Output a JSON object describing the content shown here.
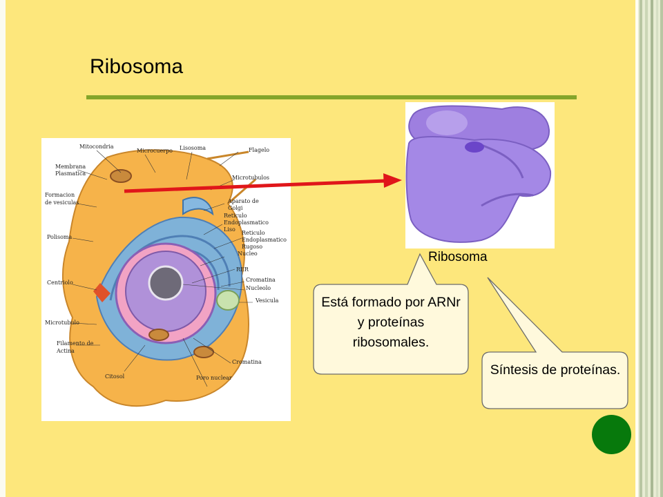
{
  "slide": {
    "title": "Ribosoma",
    "ribosome_caption": "Ribosoma",
    "callout_left": "Está formado por ARNr y proteínas ribosomales.",
    "callout_right": "Síntesis de proteínas."
  },
  "cell_labels": {
    "mitocondria": "Mitocondria",
    "microcuerpo": "Microcuerpo",
    "lisosoma": "Lisosoma",
    "flagelo": "Flagelo",
    "membrana": "Membrana",
    "plasmatica": "Plasmatica",
    "microtubulos": "Microtubulos",
    "formacion": "Formacion",
    "de_vesiculas": "de vesiculas",
    "aparato_de": "Aparato de",
    "golgi": "Golgi",
    "reticulo1": "Reticulo",
    "endoplasmatico1": "Endoplasmatico",
    "liso": "Liso",
    "polisoma": "Polisoma",
    "reticulo2": "Reticulo",
    "endoplasmatico2": "Endoplasmatico",
    "rugoso": "Rugoso",
    "nucleo": "Nucleo",
    "rer": "RER",
    "centriolo": "Centriolo",
    "cromatina1": "Cromatina",
    "nucleolo": "Nucleolo",
    "vesicula": "Vesicula",
    "microtubulo": "Microtubulo",
    "filamento_de": "Filamento de",
    "actina": "Actina",
    "cromatina2": "Cromatina",
    "citosol": "Citosol",
    "poro_nuclear": "Poro nuclear"
  },
  "colors": {
    "background": "#fde77c",
    "rule": "#84a52a",
    "arrow": "#e0161a",
    "ribosome": "#a488e6",
    "callout_fill": "#fff9dc",
    "accent_dot": "#07790c"
  }
}
